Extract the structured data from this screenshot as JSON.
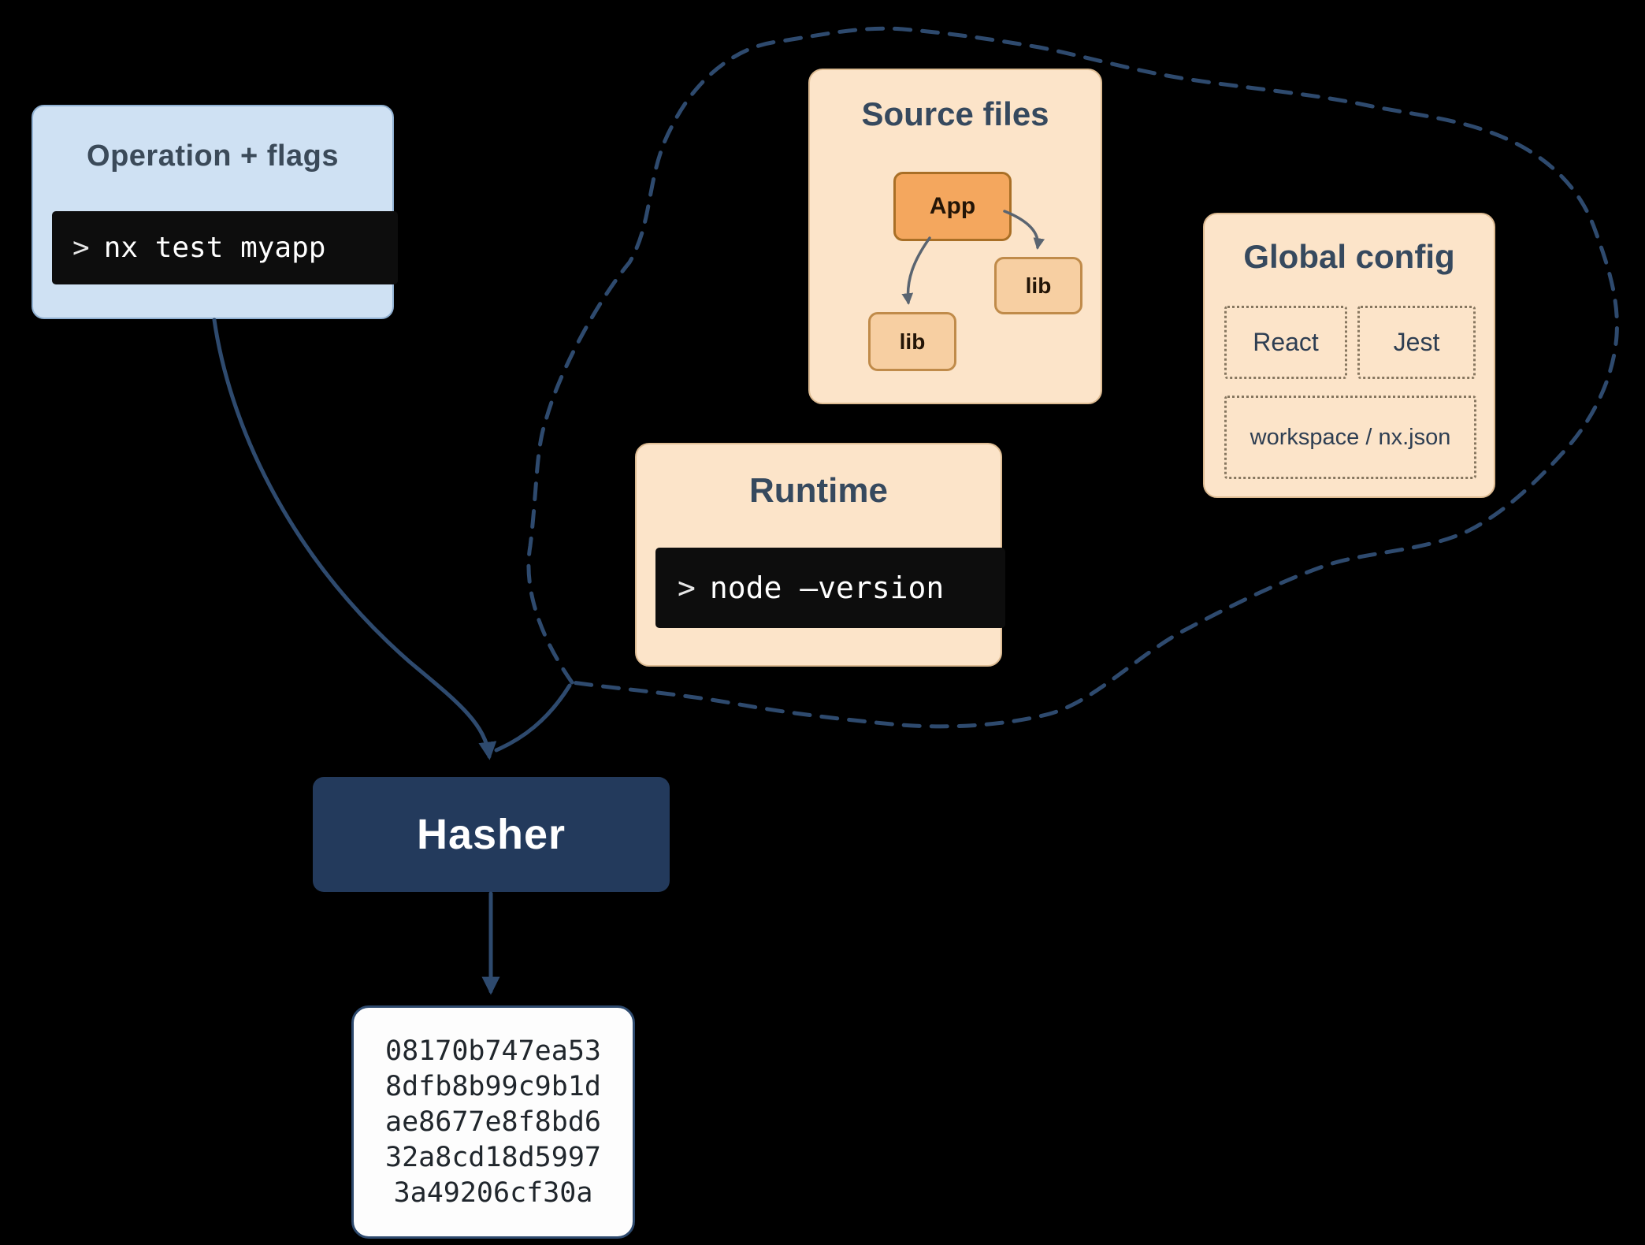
{
  "colors": {
    "background": "#000000",
    "navy_stroke": "#2e4a6e",
    "hasher_bg": "#233a5c",
    "blue_box_bg": "#cfe1f3",
    "peach_bg": "#fce4c9",
    "app_node_bg": "#f4a75e",
    "lib_node_bg": "#f7cfa2",
    "terminal_bg": "#0d0d0d"
  },
  "operation": {
    "title": "Operation + flags",
    "prompt": ">",
    "command": "nx test myapp"
  },
  "source_files": {
    "title": "Source files",
    "app_label": "App",
    "lib_right_label": "lib",
    "lib_left_label": "lib"
  },
  "global_config": {
    "title": "Global config",
    "items": [
      "React",
      "Jest",
      "workspace / nx.json"
    ]
  },
  "runtime": {
    "title": "Runtime",
    "prompt": ">",
    "command": "node –version"
  },
  "hasher": {
    "label": "Hasher"
  },
  "hash_output": {
    "lines": [
      "08170b747ea53",
      "8dfb8b99c9b1d",
      "ae8677e8f8bd6",
      "32a8cd18d5997",
      "3a49206cf30a"
    ]
  }
}
